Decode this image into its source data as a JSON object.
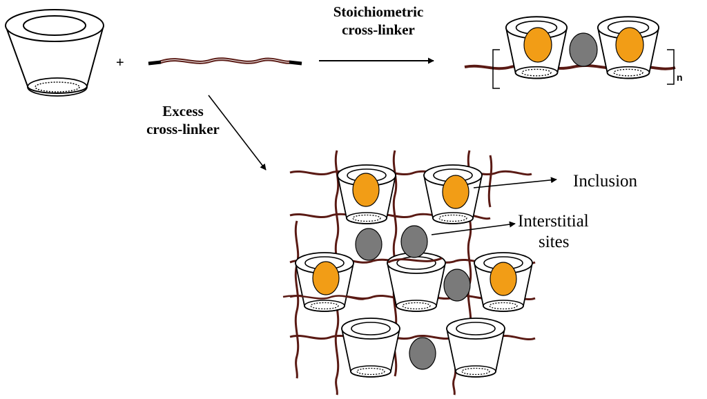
{
  "labels": {
    "stoichiometric_line1": "Stoichiometric",
    "stoichiometric_line2": "cross-linker",
    "excess_line1": "Excess",
    "excess_line2": "cross-linker",
    "inclusion": "Inclusion",
    "interstitial_line1": "Interstitial",
    "interstitial_line2": "sites",
    "plus": "+",
    "repeat_n": "n"
  },
  "colors": {
    "chain": "#5a1a14",
    "guest_inclusion": "#f29d16",
    "guest_interstitial": "#7a7a7a",
    "outline": "#000000"
  }
}
